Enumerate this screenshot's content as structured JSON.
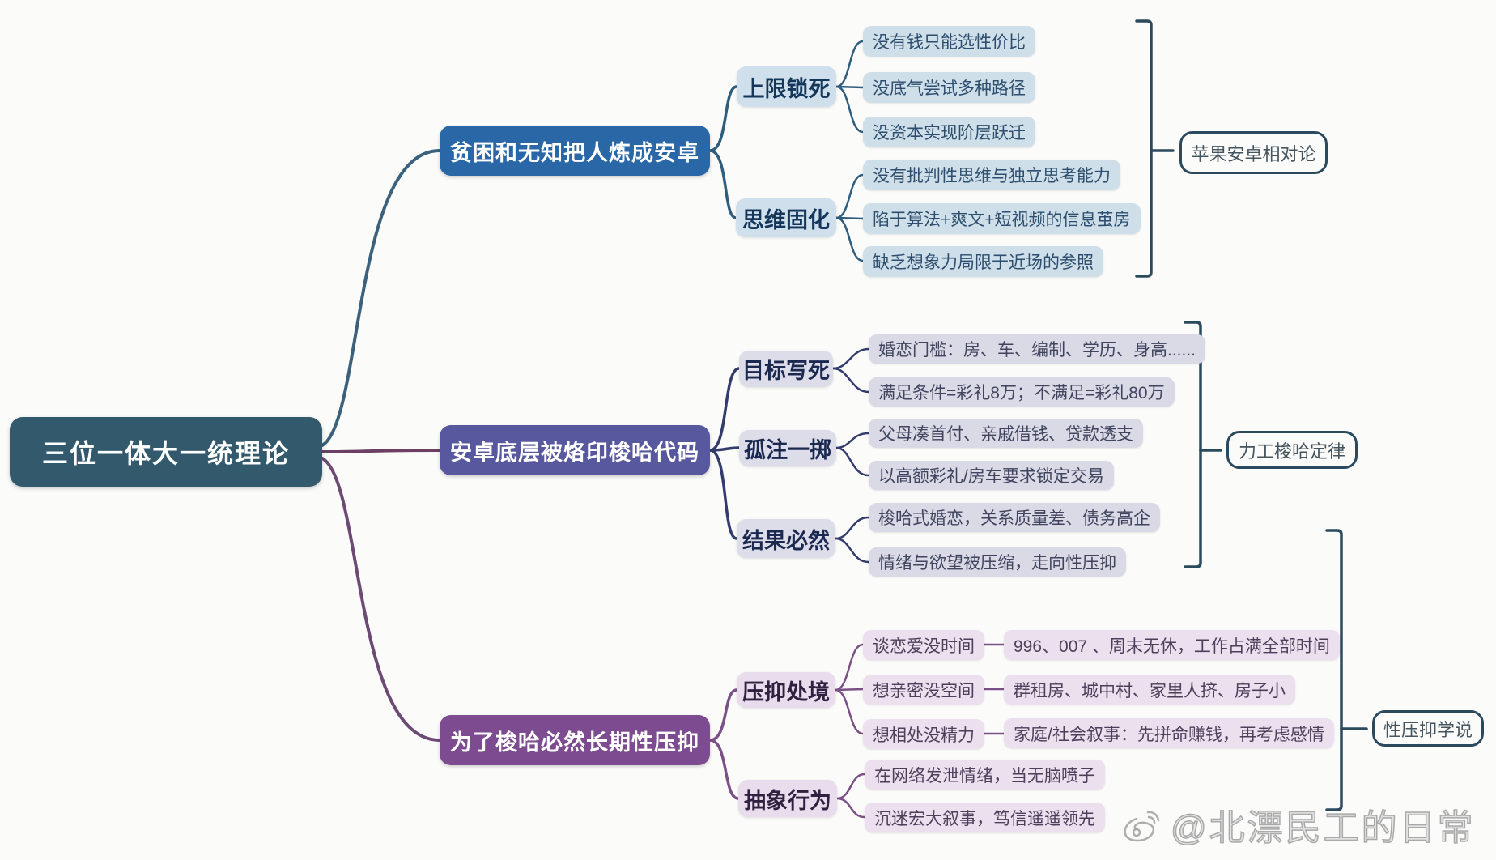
{
  "central": {
    "label": "三位一体大一统理论"
  },
  "branches": [
    {
      "label": "贫困和无知把人炼成安卓",
      "annotation": "苹果安卓相对论",
      "subs": [
        {
          "label": "上限锁死",
          "leaves": [
            "没有钱只能选性价比",
            "没底气尝试多种路径",
            "没资本实现阶层跃迁"
          ]
        },
        {
          "label": "思维固化",
          "leaves": [
            "没有批判性思维与独立思考能力",
            "陷于算法+爽文+短视频的信息茧房",
            "缺乏想象力局限于近场的参照"
          ]
        }
      ]
    },
    {
      "label": "安卓底层被烙印梭哈代码",
      "annotation": "力工梭哈定律",
      "subs": [
        {
          "label": "目标写死",
          "leaves": [
            "婚恋门槛：房、车、编制、学历、身高......",
            "满足条件=彩礼8万；不满足=彩礼80万"
          ]
        },
        {
          "label": "孤注一掷",
          "leaves": [
            "父母凑首付、亲戚借钱、贷款透支",
            "以高额彩礼/房车要求锁定交易"
          ]
        },
        {
          "label": "结果必然",
          "leaves": [
            "梭哈式婚恋，关系质量差、债务高企",
            "情绪与欲望被压缩，走向性压抑"
          ]
        }
      ]
    },
    {
      "label": "为了梭哈必然长期性压抑",
      "annotation": "性压抑学说",
      "subs": [
        {
          "label": "压抑处境",
          "leaves": [
            {
              "label": "谈恋爱没时间",
              "detail": "996、007 、周末无休，工作占满全部时间"
            },
            {
              "label": "想亲密没空间",
              "detail": "群租房、城中村、家里人挤、房子小"
            },
            {
              "label": "想相处没精力",
              "detail": "家庭/社会叙事：先拼命赚钱，再考虑感情"
            }
          ]
        },
        {
          "label": "抽象行为",
          "leaves": [
            "在网络发泄情绪，当无脑喷子",
            "沉迷宏大叙事，笃信遥遥领先"
          ]
        }
      ]
    }
  ],
  "watermark": {
    "text": "@北漂民工的日常"
  },
  "colors": {
    "central_bg": "#33596d",
    "branch1_bg": "#2a67a7",
    "branch2_bg": "#57589d",
    "branch3_bg": "#7d4b8f",
    "group1_box_bg": "#cfdfe9",
    "group2_box_bg": "#d9dae5",
    "group3_box_bg": "#ecdfee",
    "bracket": "#2c4a5e"
  }
}
